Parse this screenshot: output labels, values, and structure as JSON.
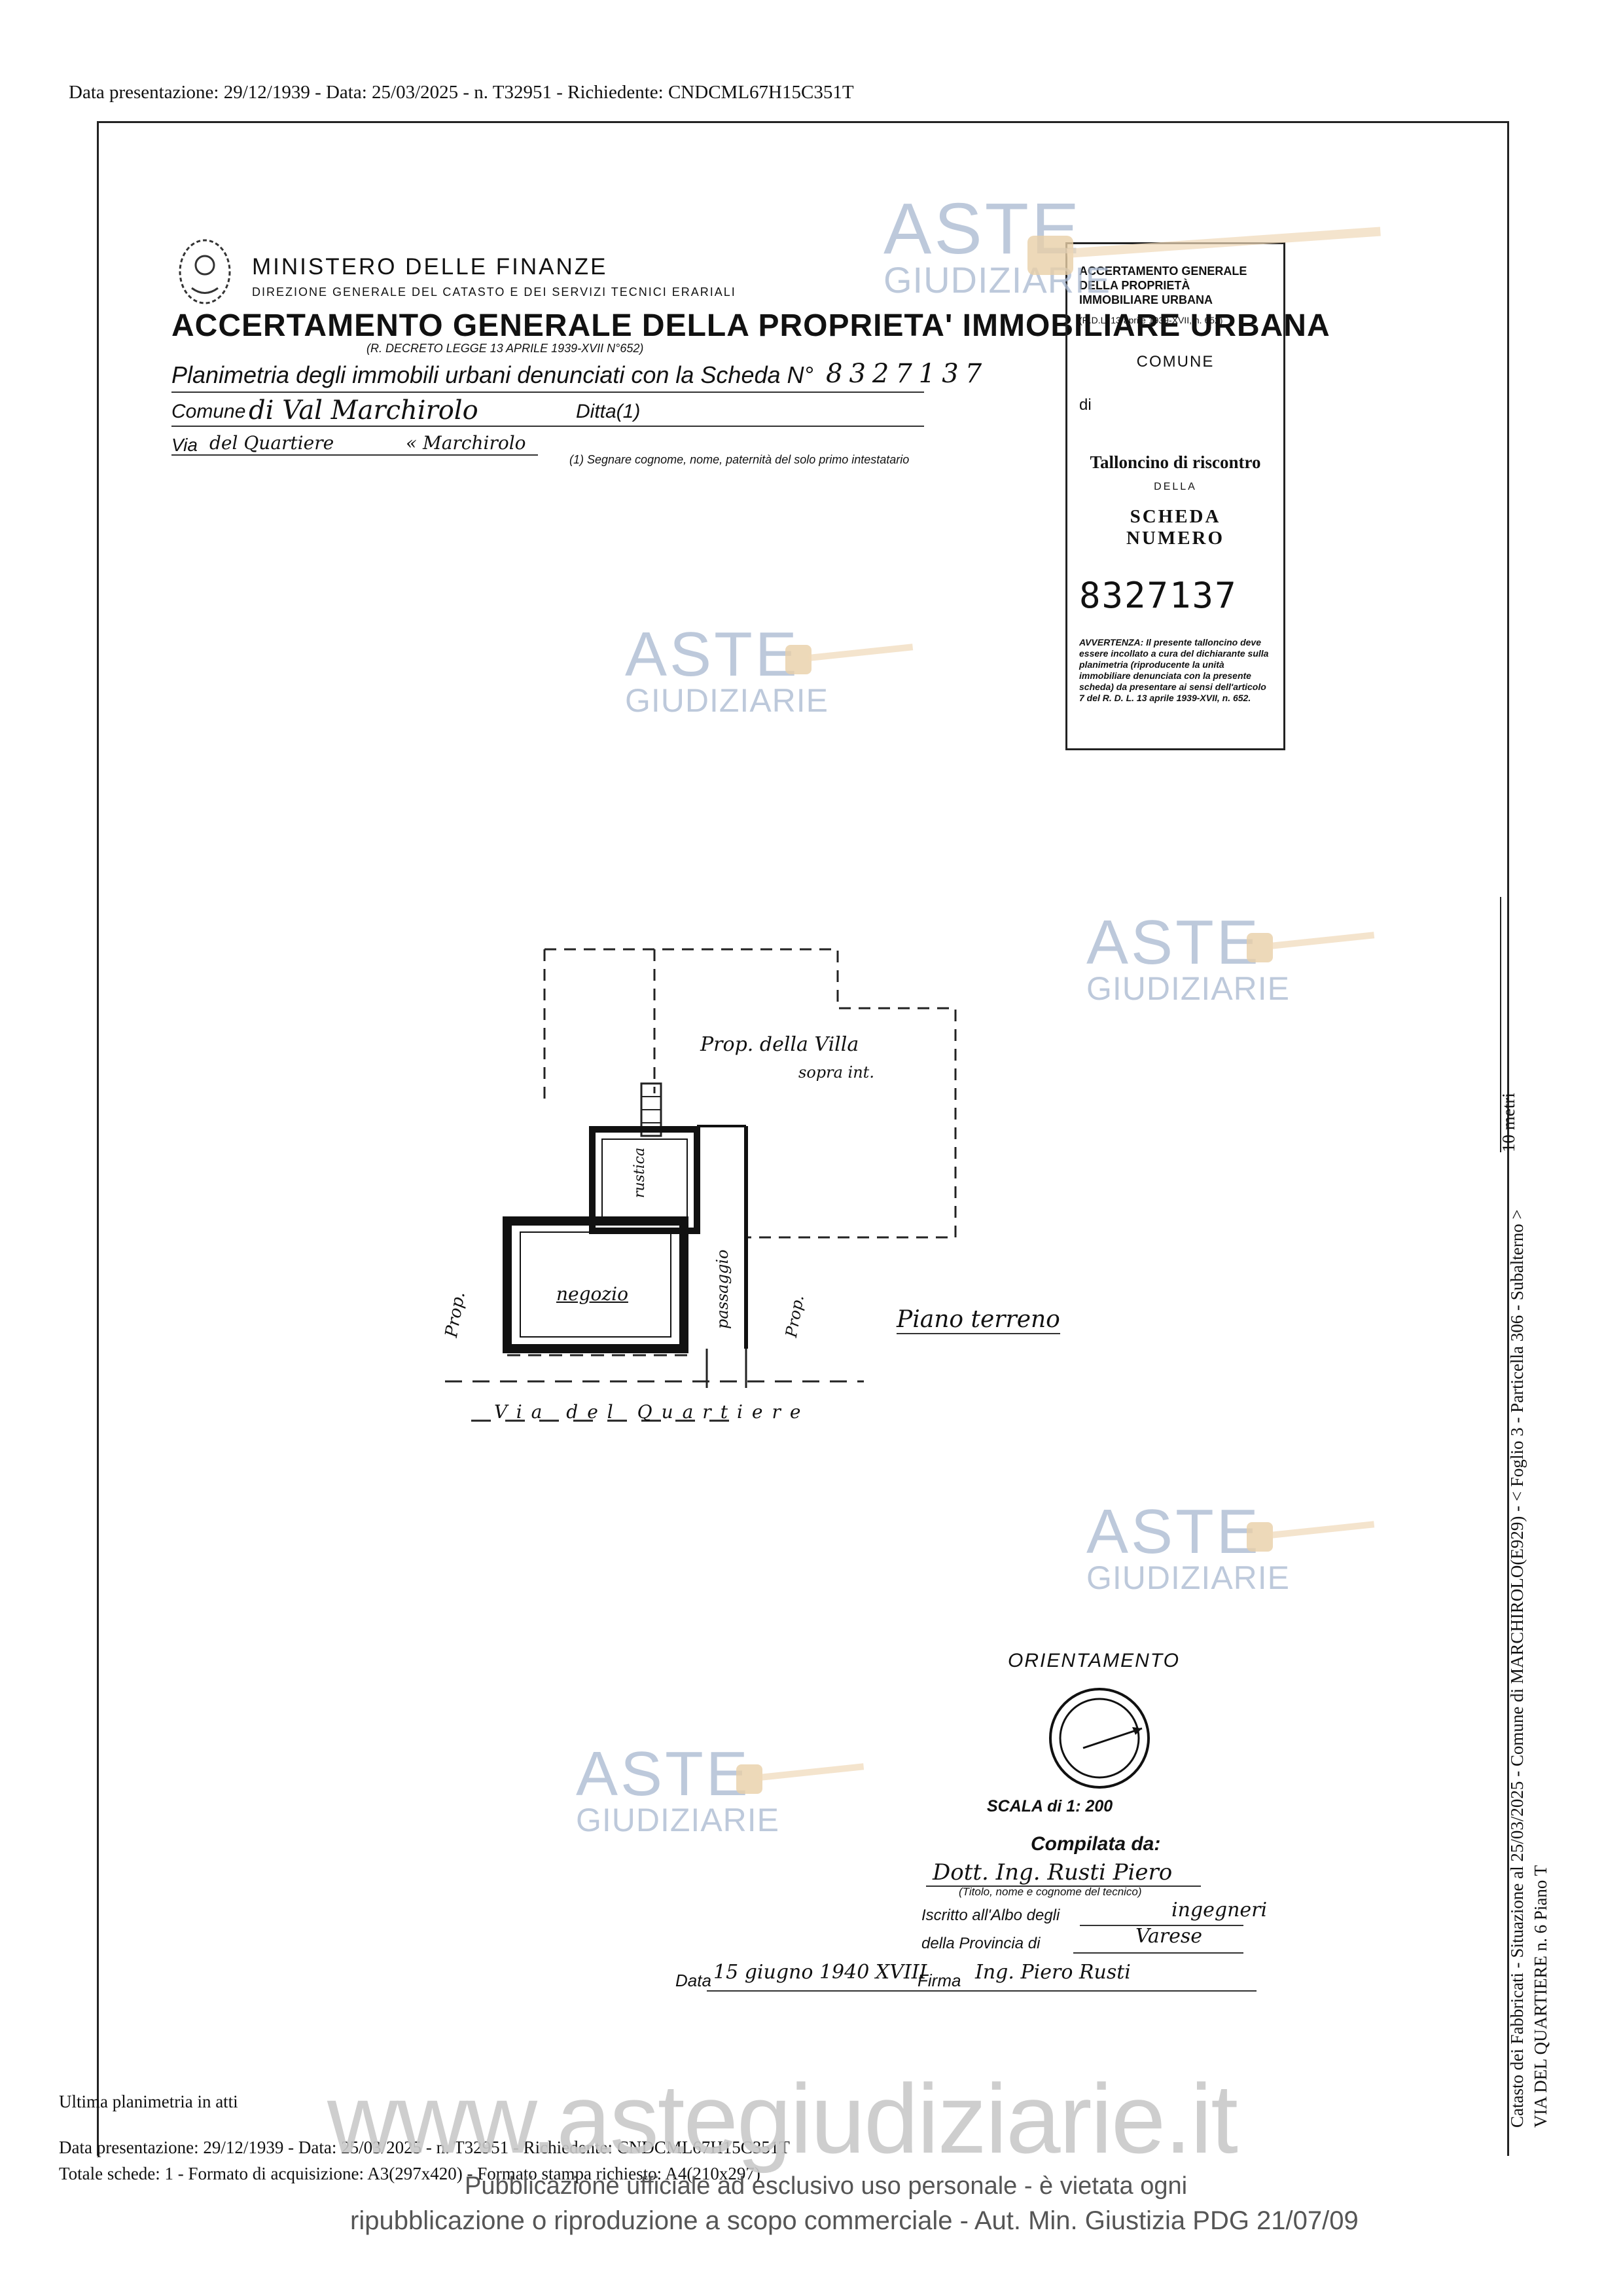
{
  "header_line": "Data presentazione: 29/12/1939 - Data: 25/03/2025 - n. T32951 - Richiedente: CNDCML67H15C351T",
  "form": {
    "ministry": "MINISTERO DELLE FINANZE",
    "ministry_sub": "DIREZIONE GENERALE DEL CATASTO E DEI SERVIZI TECNICI ERARIALI",
    "title": "ACCERTAMENTO GENERALE DELLA PROPRIETA' IMMOBILIARE URBANA",
    "decree": "(R. DECRETO LEGGE 13 APRILE 1939-XVII N°652)",
    "plan_line": "Planimetria degli immobili urbani denunciati con la Scheda N°",
    "scheda_number": "8327137",
    "comune_label": "Comune",
    "comune_value": "di Val Marchirolo",
    "ditta_label": "Ditta(1)",
    "via_label": "Via",
    "via_value": "del Quartiere",
    "via_value2": "« Marchirolo",
    "segnare_note": "(1) Segnare cognome, nome, paternità del solo primo intestatario"
  },
  "stub": {
    "head": "ACCERTAMENTO GENERALE DELLA PROPRIETÀ IMMOBILIARE URBANA",
    "decree": "(R.D.L. 13 aprile 1939-XVII, n. 652)",
    "comune": "COMUNE",
    "di": "di",
    "talloncino": "Talloncino di riscontro",
    "della": "DELLA",
    "scheda": "SCHEDA NUMERO",
    "number": "8327137",
    "note": "AVVERTENZA: Il presente talloncino deve essere incollato a cura del dichiarante sulla planimetria (riproducente la unità immobiliare denunciata con la presente scheda) da presentare ai sensi dell'articolo 7 del R. D. L. 13 aprile 1939-XVII, n. 652."
  },
  "watermarks": {
    "brand_top": "ASTE",
    "brand_bottom": "GIUDIZIARIE"
  },
  "plan": {
    "labels": {
      "upper": "Prop. della Villa",
      "upper2": "sopra int.",
      "cellar": "rustica",
      "shop": "negozio",
      "passage": "passaggio",
      "left_prop": "Prop.",
      "right_prop": "Prop.",
      "floor": "Piano terreno",
      "street": "Via del Quartiere"
    }
  },
  "orientation": {
    "label": "ORIENTAMENTO",
    "scale": "SCALA di 1: 200"
  },
  "compiled": {
    "label": "Compilata da:",
    "name": "Dott. Ing. Rusti Piero",
    "sub": "(Titolo, nome e cognome del tecnico)",
    "albo_label": "Iscritto all'Albo degli",
    "albo_value": "ingegneri",
    "provincia_label": "della Provincia di",
    "provincia_value": "Varese",
    "data_label": "Data",
    "data_value": "15 giugno 1940 XVIII",
    "firma_label": "Firma",
    "firma_value": "Ing. Piero Rusti"
  },
  "side": {
    "line1": "Catasto dei Fabbricati - Situazione al 25/03/2025 - Comune di MARCHIROLO(E929) - < Foglio 3 - Particella 306 - Subalterno >",
    "line2": "VIA DEL QUARTIERE n. 6 Piano T",
    "scale_note": "10 metri"
  },
  "footer": {
    "ultima": "Ultima planimetria in atti",
    "line1": "Data presentazione: 29/12/1939 - Data: 25/03/2025 - n. T32951 - Richiedente: CNDCML67H15C351T",
    "line2": "Totale schede: 1 - Formato di acquisizione: A3(297x420) - Formato stampa richiesto: A4(210x297)",
    "url": "www.astegiudiziarie.it",
    "pub1": "Pubblicazione ufficiale ad esclusivo uso personale - è vietata ogni",
    "pub2": "ripubblicazione o riproduzione a scopo commerciale - Aut. Min. Giustizia PDG 21/07/09"
  }
}
